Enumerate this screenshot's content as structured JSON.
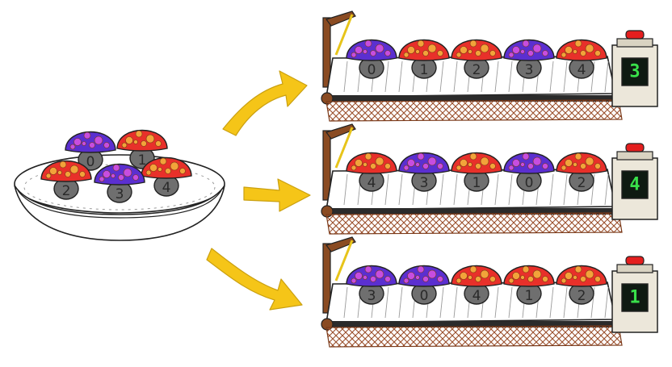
{
  "colors": {
    "red_cap": "#e8302a",
    "blue_cap": "#5b2fd0",
    "red_spot": "#f2a33a",
    "blue_spot": "#c74de0",
    "stem": "#6f6f6f",
    "arrow": "#f5c518",
    "belt_hatch": "#9a4e2a",
    "display_bg": "#0f1a12",
    "display_digit": "#39e04a",
    "button": "#e41e1e"
  },
  "bowl": {
    "mushrooms": [
      {
        "label": "0",
        "color": "blue"
      },
      {
        "label": "1",
        "color": "red"
      },
      {
        "label": "2",
        "color": "red"
      },
      {
        "label": "3",
        "color": "blue"
      },
      {
        "label": "4",
        "color": "red"
      }
    ]
  },
  "arrows": [
    {
      "direction": "up-right"
    },
    {
      "direction": "right"
    },
    {
      "direction": "down-right"
    }
  ],
  "conveyors": [
    {
      "display": "3",
      "mushrooms": [
        {
          "label": "0",
          "color": "blue"
        },
        {
          "label": "1",
          "color": "red"
        },
        {
          "label": "2",
          "color": "red"
        },
        {
          "label": "3",
          "color": "blue"
        },
        {
          "label": "4",
          "color": "red"
        }
      ]
    },
    {
      "display": "4",
      "mushrooms": [
        {
          "label": "4",
          "color": "red"
        },
        {
          "label": "3",
          "color": "blue"
        },
        {
          "label": "1",
          "color": "red"
        },
        {
          "label": "0",
          "color": "blue"
        },
        {
          "label": "2",
          "color": "red"
        }
      ]
    },
    {
      "display": "1",
      "mushrooms": [
        {
          "label": "3",
          "color": "blue"
        },
        {
          "label": "0",
          "color": "blue"
        },
        {
          "label": "4",
          "color": "red"
        },
        {
          "label": "1",
          "color": "red"
        },
        {
          "label": "2",
          "color": "red"
        }
      ]
    }
  ]
}
